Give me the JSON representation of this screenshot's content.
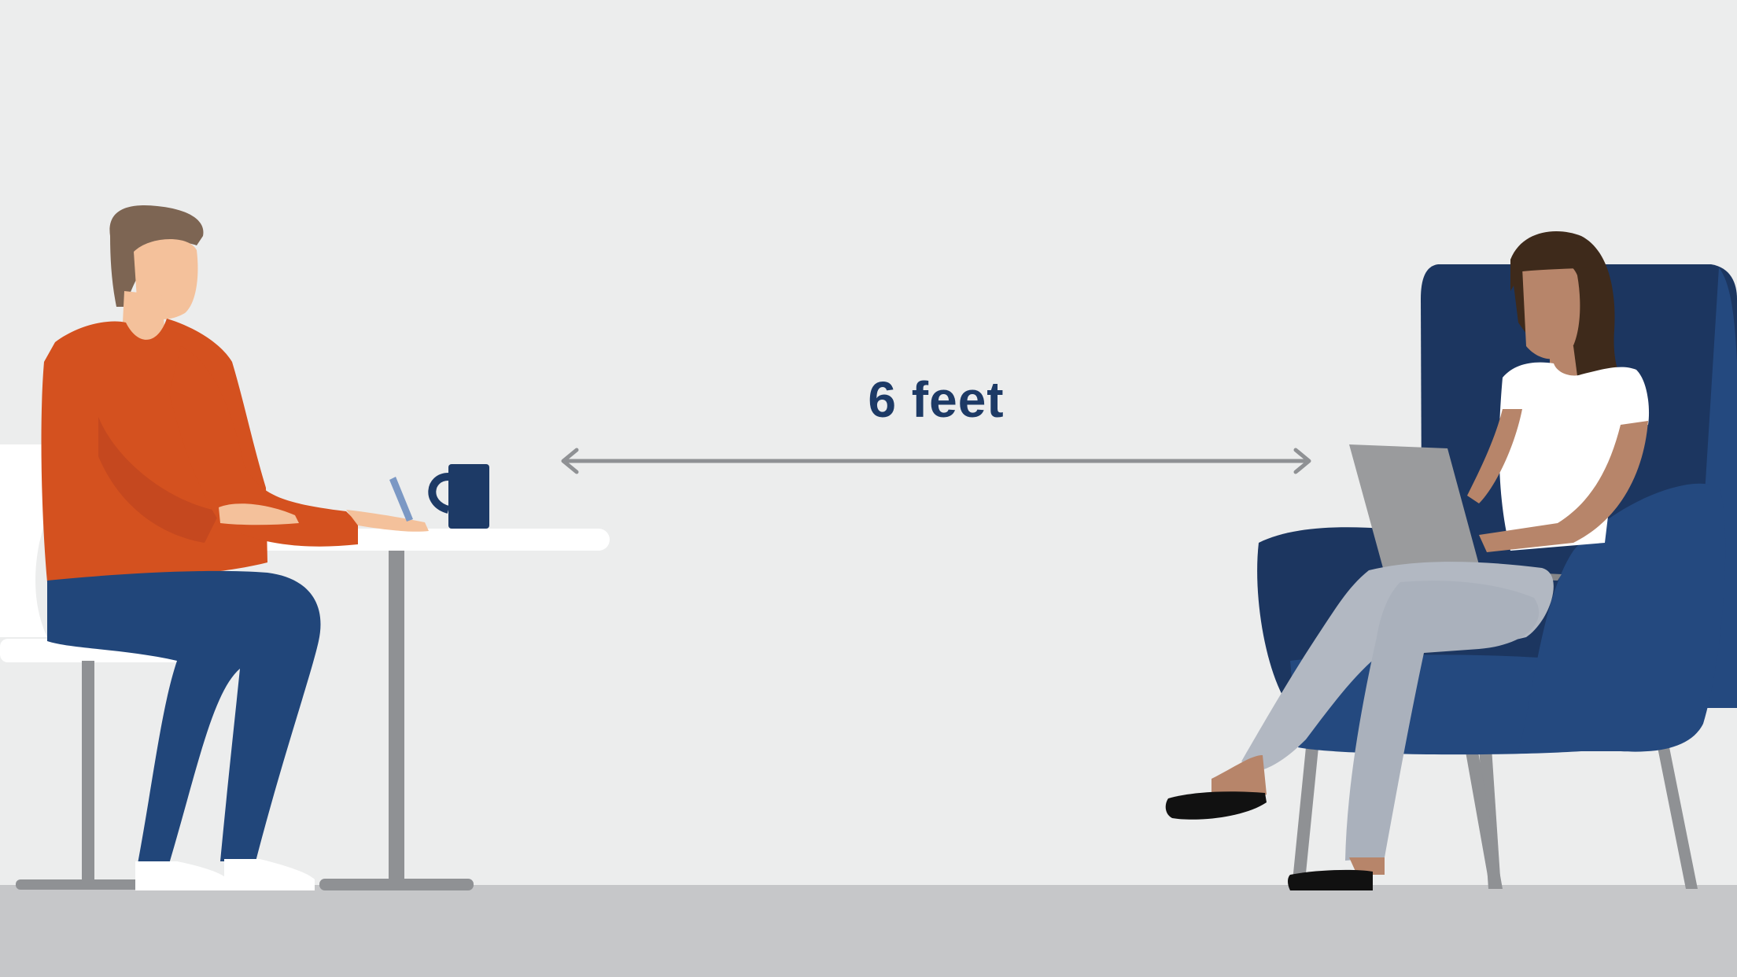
{
  "distance": {
    "label": "6 feet"
  },
  "colors": {
    "background": "#eceded",
    "floor": "#c6c7c9",
    "label": "#1d3a66",
    "arrow": "#8f9194",
    "man_shirt": "#d4511f",
    "man_pants": "#21467a",
    "chair_blue": "#24497f",
    "chair_dark": "#1c3660",
    "woman_pants": "#b2b8c2",
    "laptop": "#9a9b9d"
  },
  "icons": [
    "man-at-table-figure",
    "woman-in-armchair-figure",
    "coffee-mug-icon",
    "pen-icon",
    "laptop-icon",
    "double-arrow-icon"
  ]
}
